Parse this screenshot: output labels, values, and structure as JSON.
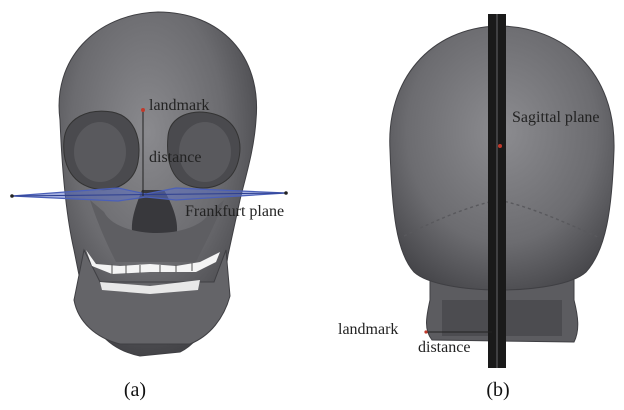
{
  "panel_a": {
    "labels": {
      "landmark": "landmark",
      "distance": "distance",
      "frankfurt": "Frankfurt plane"
    },
    "caption": "(a)"
  },
  "panel_b": {
    "labels": {
      "sagittal": "Sagittal plane",
      "landmark": "landmark",
      "distance": "distance"
    },
    "caption": "(b)"
  },
  "colors": {
    "skull": "#6d6d71",
    "skull_shadow": "#3f3f43",
    "skull_highlight": "#8c8c90",
    "frankfurt_plane": "#4a5fb8",
    "sagittal_plane": "#1a1a1a",
    "landmark_marker": "#c0392b",
    "teeth": "#f4f4f4"
  }
}
